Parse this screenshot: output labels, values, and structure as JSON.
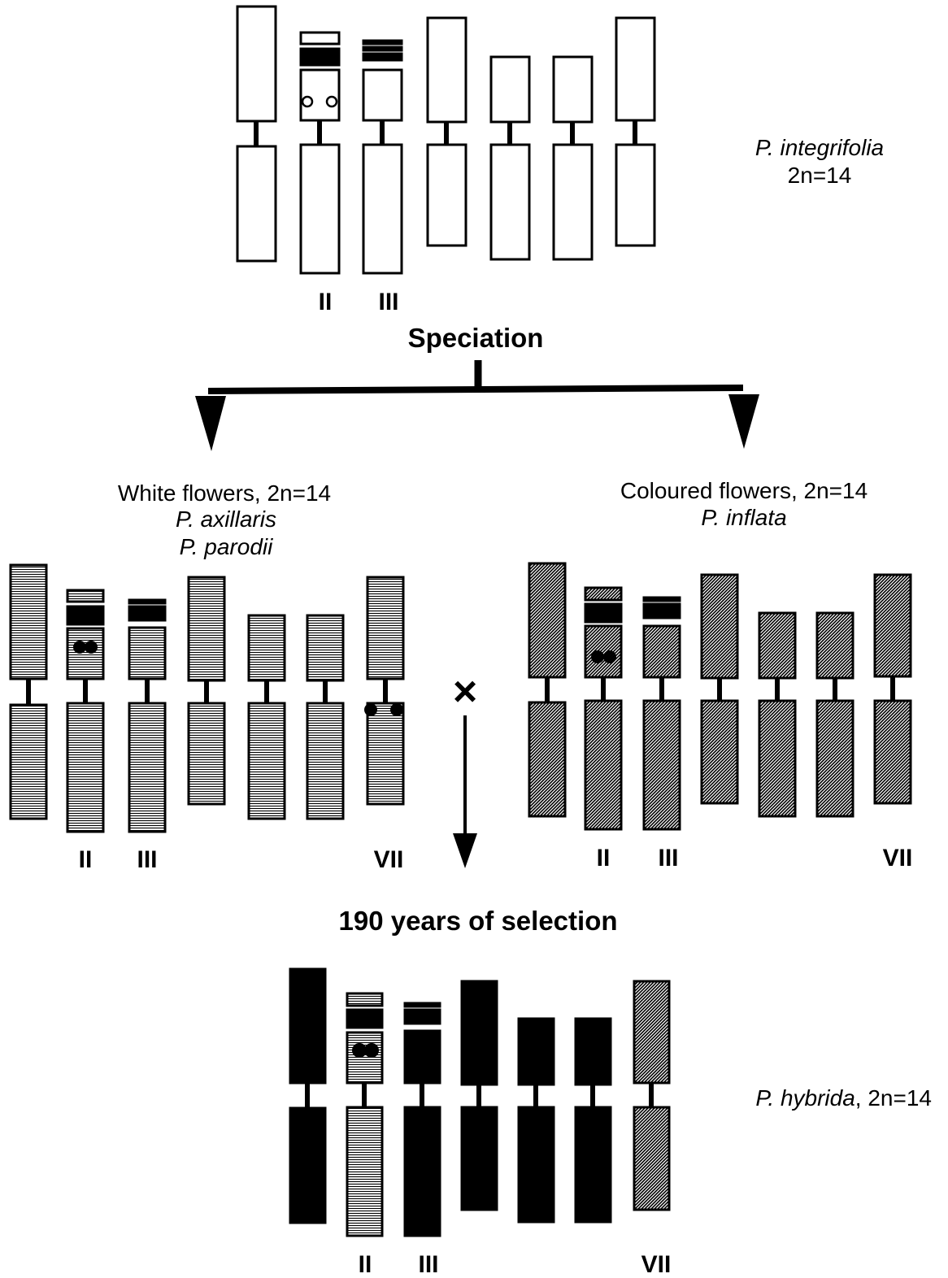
{
  "top_species": {
    "name": "P. integrifolia",
    "chromosome_count": "2n=14"
  },
  "top_roman": [
    "II",
    "III"
  ],
  "speciation_label": "Speciation",
  "white_group": {
    "line1": "White flowers, 2n=14",
    "line2": "P. axillaris",
    "line3": "P. parodii"
  },
  "coloured_group": {
    "line1": "Coloured flowers, 2n=14",
    "line2": "P. inflata"
  },
  "white_roman": [
    "II",
    "III",
    "VII"
  ],
  "coloured_roman": [
    "II",
    "III",
    "VII"
  ],
  "cross_symbol": "×",
  "selection_label": "190 years of selection",
  "hybrid_species": {
    "name": "P. hybrida",
    "suffix": ", 2n=14"
  },
  "hybrid_roman": [
    "II",
    "III",
    "VII"
  ],
  "colors": {
    "ink": "#000000",
    "background": "#ffffff"
  }
}
